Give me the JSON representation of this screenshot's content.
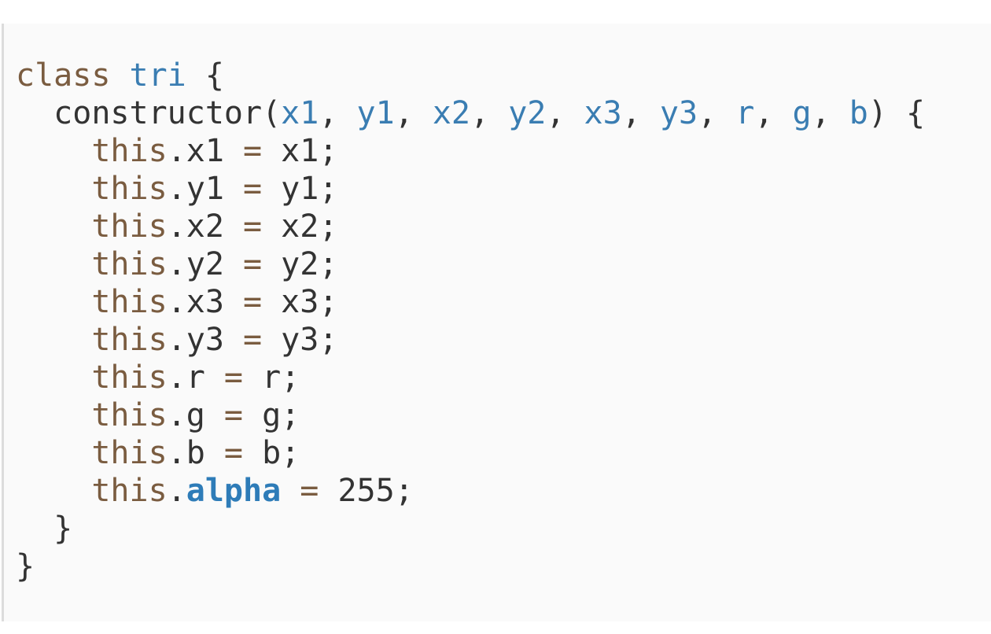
{
  "colors": {
    "keyword": "#7a5c40",
    "param": "#3a7db2",
    "builtin": "#2e7cb8",
    "plain": "#333333",
    "code-bg": "#fafafa",
    "code-border": "#dcdcdc",
    "page-bg": "#ffffff"
  },
  "code_block": {
    "language": "javascript",
    "plain_text": "class tri {\n  constructor(x1, y1, x2, y2, x3, y3, r, g, b) {\n    this.x1 = x1;\n    this.y1 = y1;\n    this.x2 = x2;\n    this.y2 = y2;\n    this.x3 = x3;\n    this.y3 = y3;\n    this.r = r;\n    this.g = g;\n    this.b = b;\n    this.alpha = 255;\n  }\n}",
    "lines": [
      [
        {
          "t": "class",
          "k": "keyword"
        },
        {
          "t": " ",
          "k": "plain"
        },
        {
          "t": "tri",
          "k": "param"
        },
        {
          "t": " {",
          "k": "plain"
        }
      ],
      [
        {
          "t": "  constructor(",
          "k": "plain"
        },
        {
          "t": "x1",
          "k": "param"
        },
        {
          "t": ", ",
          "k": "plain"
        },
        {
          "t": "y1",
          "k": "param"
        },
        {
          "t": ", ",
          "k": "plain"
        },
        {
          "t": "x2",
          "k": "param"
        },
        {
          "t": ", ",
          "k": "plain"
        },
        {
          "t": "y2",
          "k": "param"
        },
        {
          "t": ", ",
          "k": "plain"
        },
        {
          "t": "x3",
          "k": "param"
        },
        {
          "t": ", ",
          "k": "plain"
        },
        {
          "t": "y3",
          "k": "param"
        },
        {
          "t": ", ",
          "k": "plain"
        },
        {
          "t": "r",
          "k": "param"
        },
        {
          "t": ", ",
          "k": "plain"
        },
        {
          "t": "g",
          "k": "param"
        },
        {
          "t": ", ",
          "k": "plain"
        },
        {
          "t": "b",
          "k": "param"
        },
        {
          "t": ") {",
          "k": "plain"
        }
      ],
      [
        {
          "t": "    ",
          "k": "plain"
        },
        {
          "t": "this",
          "k": "keyword"
        },
        {
          "t": ".x1 ",
          "k": "plain"
        },
        {
          "t": "=",
          "k": "keyword"
        },
        {
          "t": " x1;",
          "k": "plain"
        }
      ],
      [
        {
          "t": "    ",
          "k": "plain"
        },
        {
          "t": "this",
          "k": "keyword"
        },
        {
          "t": ".y1 ",
          "k": "plain"
        },
        {
          "t": "=",
          "k": "keyword"
        },
        {
          "t": " y1;",
          "k": "plain"
        }
      ],
      [
        {
          "t": "    ",
          "k": "plain"
        },
        {
          "t": "this",
          "k": "keyword"
        },
        {
          "t": ".x2 ",
          "k": "plain"
        },
        {
          "t": "=",
          "k": "keyword"
        },
        {
          "t": " x2;",
          "k": "plain"
        }
      ],
      [
        {
          "t": "    ",
          "k": "plain"
        },
        {
          "t": "this",
          "k": "keyword"
        },
        {
          "t": ".y2 ",
          "k": "plain"
        },
        {
          "t": "=",
          "k": "keyword"
        },
        {
          "t": " y2;",
          "k": "plain"
        }
      ],
      [
        {
          "t": "    ",
          "k": "plain"
        },
        {
          "t": "this",
          "k": "keyword"
        },
        {
          "t": ".x3 ",
          "k": "plain"
        },
        {
          "t": "=",
          "k": "keyword"
        },
        {
          "t": " x3;",
          "k": "plain"
        }
      ],
      [
        {
          "t": "    ",
          "k": "plain"
        },
        {
          "t": "this",
          "k": "keyword"
        },
        {
          "t": ".y3 ",
          "k": "plain"
        },
        {
          "t": "=",
          "k": "keyword"
        },
        {
          "t": " y3;",
          "k": "plain"
        }
      ],
      [
        {
          "t": "    ",
          "k": "plain"
        },
        {
          "t": "this",
          "k": "keyword"
        },
        {
          "t": ".r ",
          "k": "plain"
        },
        {
          "t": "=",
          "k": "keyword"
        },
        {
          "t": " r;",
          "k": "plain"
        }
      ],
      [
        {
          "t": "    ",
          "k": "plain"
        },
        {
          "t": "this",
          "k": "keyword"
        },
        {
          "t": ".g ",
          "k": "plain"
        },
        {
          "t": "=",
          "k": "keyword"
        },
        {
          "t": " g;",
          "k": "plain"
        }
      ],
      [
        {
          "t": "    ",
          "k": "plain"
        },
        {
          "t": "this",
          "k": "keyword"
        },
        {
          "t": ".b ",
          "k": "plain"
        },
        {
          "t": "=",
          "k": "keyword"
        },
        {
          "t": " b;",
          "k": "plain"
        }
      ],
      [
        {
          "t": "    ",
          "k": "plain"
        },
        {
          "t": "this",
          "k": "keyword"
        },
        {
          "t": ".",
          "k": "plain"
        },
        {
          "t": "alpha",
          "k": "builtin"
        },
        {
          "t": " ",
          "k": "plain"
        },
        {
          "t": "=",
          "k": "keyword"
        },
        {
          "t": " 255;",
          "k": "plain"
        }
      ],
      [
        {
          "t": "  }",
          "k": "plain"
        }
      ],
      [
        {
          "t": "}",
          "k": "plain"
        }
      ]
    ]
  }
}
